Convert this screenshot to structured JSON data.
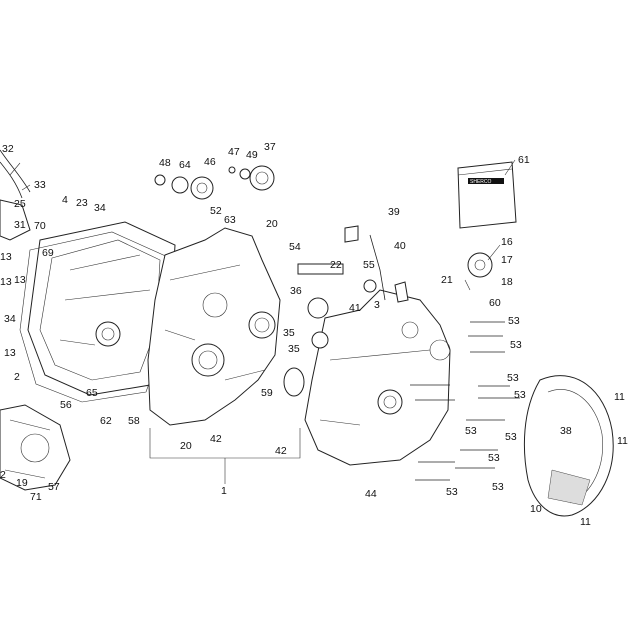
{
  "diagram": {
    "callouts": [
      "32",
      "33",
      "25",
      "31",
      "4",
      "23",
      "34",
      "70",
      "69",
      "13",
      "13",
      "13",
      "34",
      "13",
      "2",
      "56",
      "58",
      "62",
      "65",
      "19",
      "71",
      "57",
      "2",
      "48",
      "64",
      "46",
      "47",
      "49",
      "37",
      "52",
      "63",
      "20",
      "42",
      "20",
      "59",
      "1",
      "54",
      "22",
      "36",
      "35",
      "35",
      "42",
      "44",
      "55",
      "39",
      "40",
      "41",
      "3",
      "21",
      "61",
      "16",
      "17",
      "18",
      "60",
      "53",
      "53",
      "53",
      "53",
      "53",
      "53",
      "53",
      "53",
      "53",
      "38",
      "11",
      "11",
      "11",
      "10"
    ],
    "logo_text": "SHERCO"
  }
}
